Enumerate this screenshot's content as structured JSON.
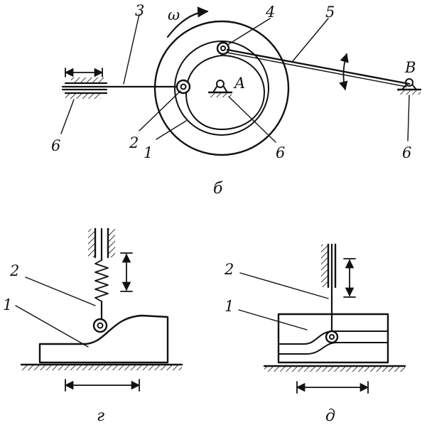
{
  "colors": {
    "ink": "#111111",
    "paper": "#ffffff"
  },
  "fig_b": {
    "caption": "б",
    "omega": "ω",
    "point_a": "A",
    "point_b": "B",
    "n1": "1",
    "n2": "2",
    "n3": "3",
    "n4": "4",
    "n5": "5",
    "n6_left": "6",
    "n6_mid": "6",
    "n6_right": "6"
  },
  "fig_g": {
    "caption": "г",
    "n1": "1",
    "n2": "2"
  },
  "fig_d": {
    "caption": "д",
    "n1": "1",
    "n2": "2"
  }
}
